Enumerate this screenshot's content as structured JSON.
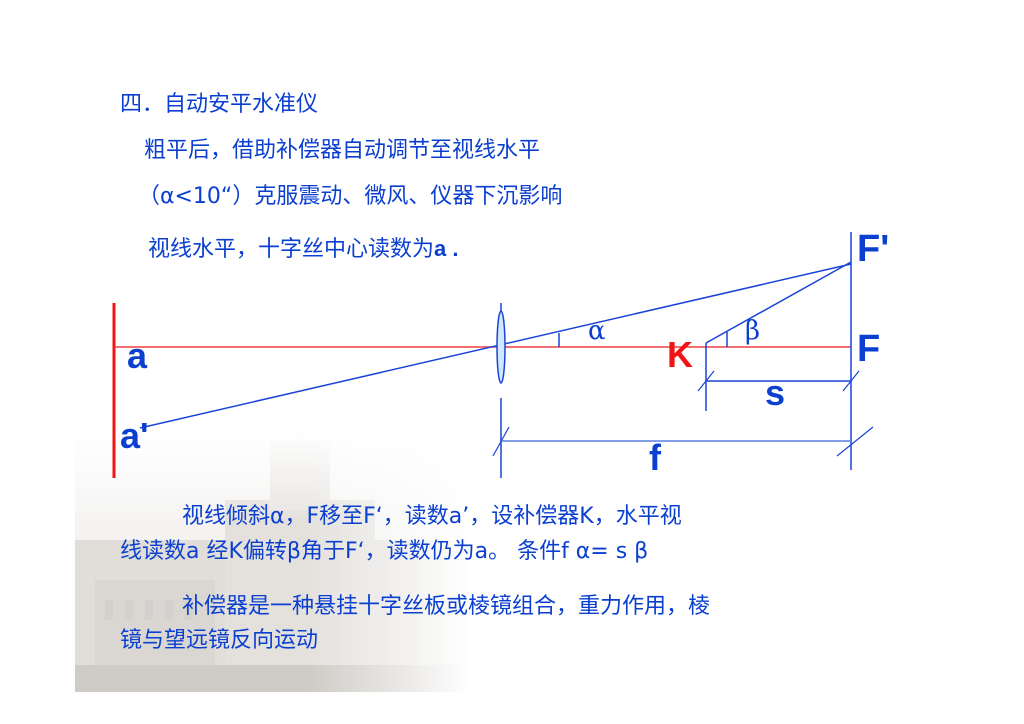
{
  "slide": {
    "heading": "四．自动安平水准仪",
    "line1": "粗平后，借助补偿器自动调节至视线水平",
    "line2_pre": "（α<10“）",
    "line2_post": "克服震动、微风、仪器下沉影响",
    "line3_text": "视线水平，十字丝中心读数为",
    "line3_var": "a .",
    "para1_line1": "视线倾斜α，F移至F‘，读数a’，设补偿器K，水平视",
    "para1_line2": "线读数a 经K偏转β角于F‘，读数仍为a。 条件f α= s β",
    "para2_line1": "补偿器是一种悬挂十字丝板或棱镜组合，重力作用，棱",
    "para2_line2": "镜与望远镜反向运动"
  },
  "diagram": {
    "labels": {
      "a": "a",
      "a_prime": "a'",
      "alpha": "α",
      "beta": "β",
      "K": "K",
      "F": "F",
      "F_prime": "F'",
      "s": "s",
      "f": "f"
    },
    "colors": {
      "line_blue": "#1a44d8",
      "staff_red": "#f01414",
      "text_blue": "#0a3fd0",
      "lens_fill": "#cfe8fb"
    }
  }
}
